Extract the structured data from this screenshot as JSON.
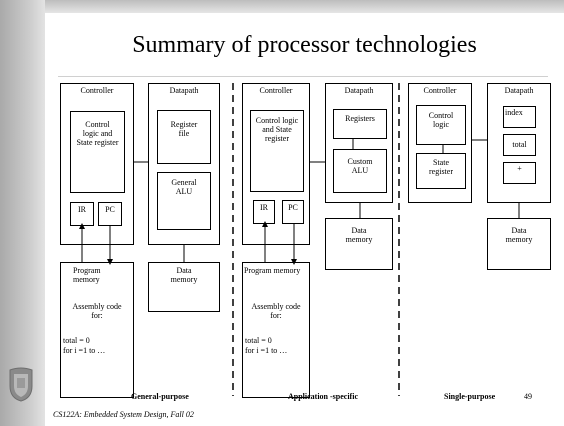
{
  "title": "Summary of processor technologies",
  "footer": "CS122A: Embedded System Design, Fall 02",
  "page_number": "49",
  "general": {
    "controller": "Controller",
    "datapath": "Datapath",
    "control_logic": [
      "Control",
      "logic and",
      "State register"
    ],
    "ir": "IR",
    "pc": "PC",
    "register_file": [
      "Register",
      "file"
    ],
    "alu": [
      "General",
      "ALU"
    ],
    "program_memory": [
      "Program",
      "memory"
    ],
    "assembly": [
      "Assembly code",
      "for:"
    ],
    "code": [
      "total = 0",
      "for i =1 to …"
    ],
    "data_memory": [
      "Data",
      "memory"
    ],
    "caption": "General-purpose"
  },
  "application": {
    "controller": "Controller",
    "datapath": "Datapath",
    "control_logic": [
      "Control logic",
      "and State",
      "register"
    ],
    "ir": "IR",
    "pc": "PC",
    "registers": "Registers",
    "alu": [
      "Custom",
      "ALU"
    ],
    "program_memory": "Program memory",
    "assembly": [
      "Assembly code",
      "for:"
    ],
    "code": [
      "total = 0",
      "for i =1 to …"
    ],
    "data_memory": [
      "Data",
      "memory"
    ],
    "caption": "Application -specific"
  },
  "single": {
    "controller": "Controller",
    "datapath": "Datapath",
    "control_logic": [
      "Control",
      "logic"
    ],
    "state_register": [
      "State",
      "register"
    ],
    "index": "index",
    "total": "total",
    "plus": "+",
    "data_memory": [
      "Data",
      "memory"
    ],
    "caption": "Single-purpose"
  }
}
